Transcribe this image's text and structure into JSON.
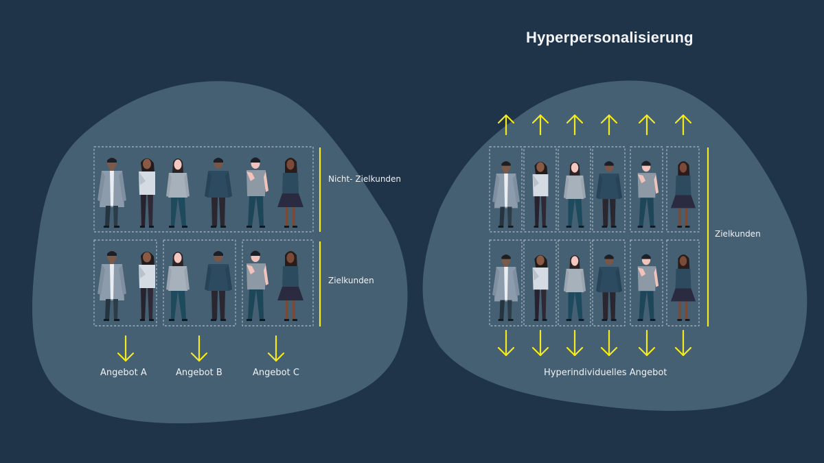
{
  "title": "Hyperpersonalisierung",
  "left_panel": {
    "group_labels": {
      "non_target": "Nicht- Zielkunden",
      "target": "Zielkunden"
    },
    "offers": [
      "Angebot A",
      "Angebot B",
      "Angebot C"
    ]
  },
  "right_panel": {
    "group_label": "Zielkunden",
    "offer": "Hyperindividuelles Angebot"
  },
  "colors": {
    "background": "#1f3349",
    "blob": "#455f73",
    "accent_yellow": "#f5ea1e",
    "text": "#f0f3f6"
  }
}
